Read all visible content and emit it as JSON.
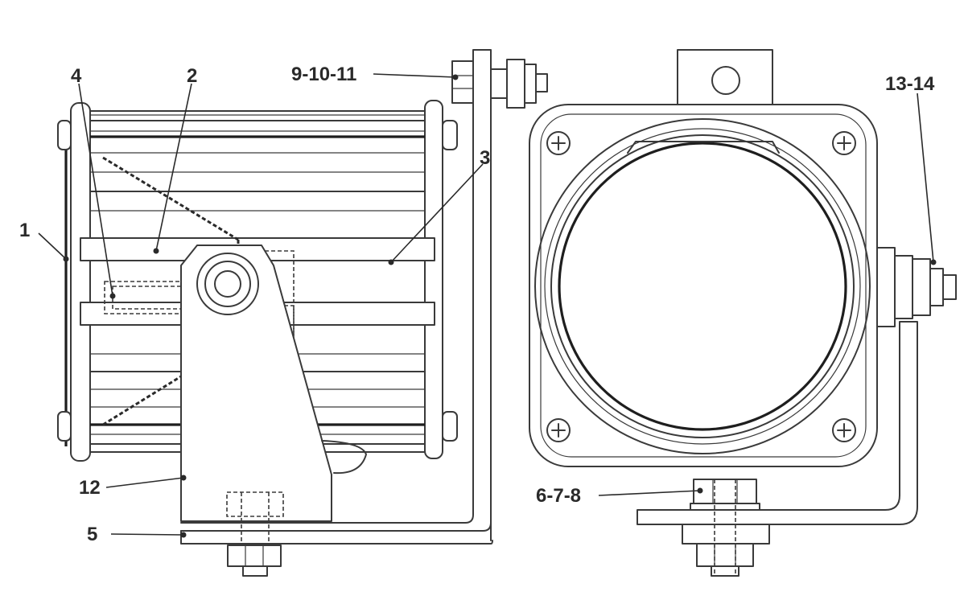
{
  "callouts": {
    "c1": "1",
    "c2": "2",
    "c3": "3",
    "c4": "4",
    "c5": "5",
    "c12": "12",
    "c678": "6-7-8",
    "c91011": "9-10-11",
    "c1314": "13-14"
  },
  "colors": {
    "line": "#3a3a3a",
    "text": "#2a2a2a",
    "background": "#ffffff"
  }
}
